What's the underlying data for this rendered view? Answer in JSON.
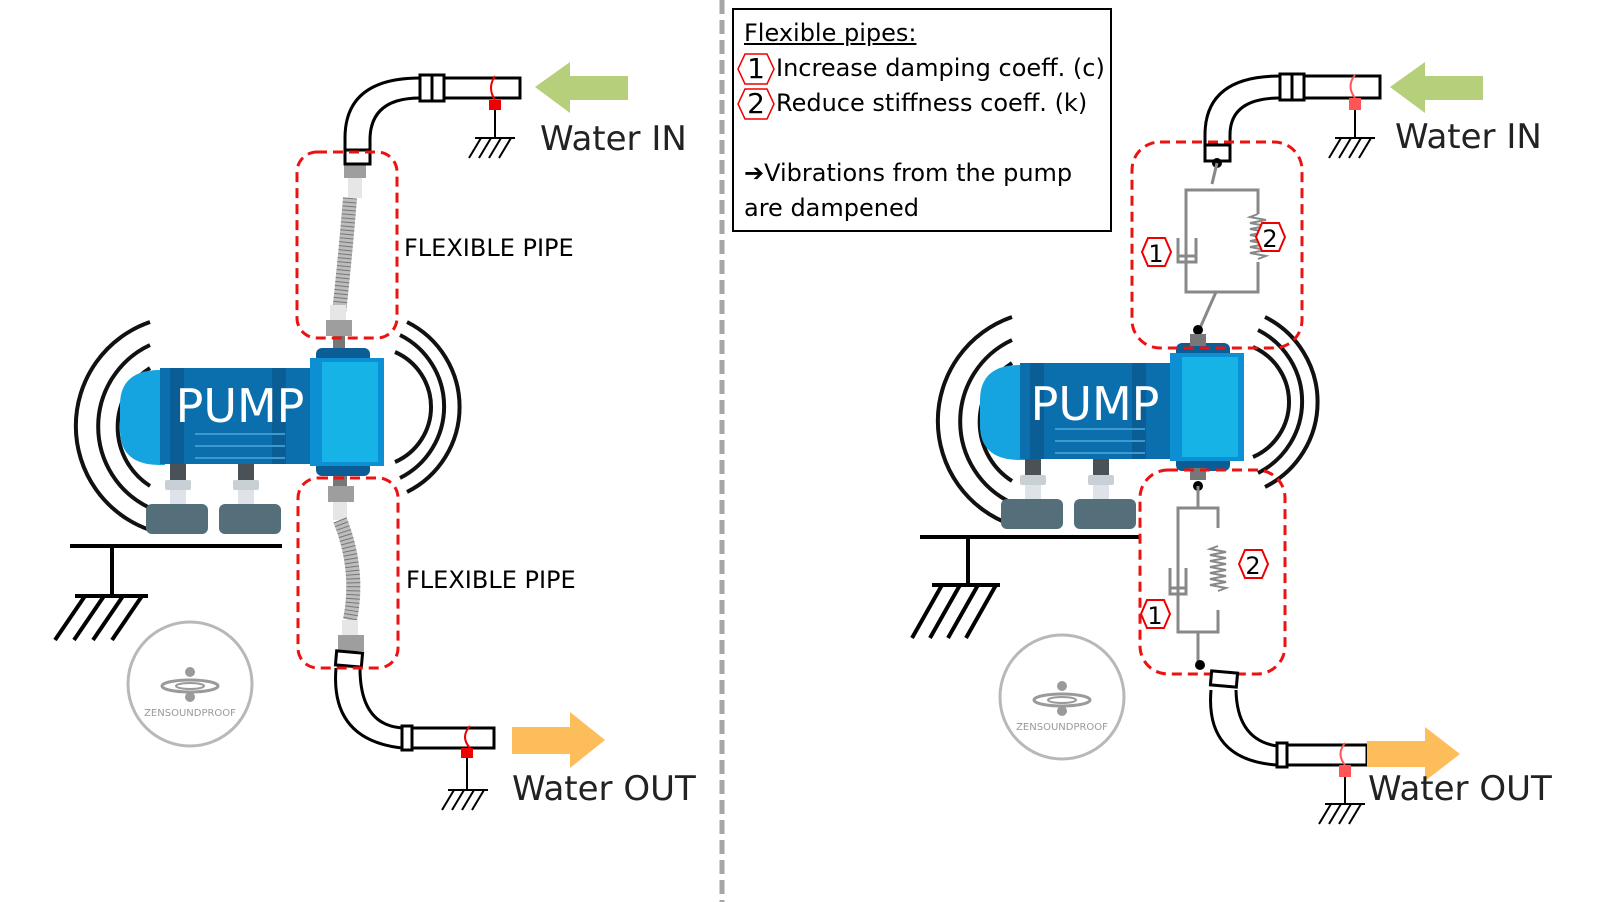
{
  "left_panel": {
    "pump_label": "PUMP",
    "flexible_pipe_top_label": "FLEXIBLE PIPE",
    "flexible_pipe_bottom_label": "FLEXIBLE PIPE",
    "water_in_label": "Water IN",
    "water_out_label": "Water OUT",
    "logo_text": "ZENSOUNDPROOF"
  },
  "right_panel": {
    "pump_label": "PUMP",
    "water_in_label": "Water IN",
    "water_out_label": "Water OUT",
    "logo_text": "ZENSOUNDPROOF",
    "top_damper_badge": "1",
    "top_spring_badge": "2",
    "bottom_damper_badge": "1",
    "bottom_spring_badge": "2"
  },
  "legend": {
    "title": "Flexible pipes:",
    "items": [
      {
        "badge": "1",
        "text": "Increase damping coeff. (c)"
      },
      {
        "badge": "2",
        "text": "Reduce stiffness coeff. (k)"
      }
    ],
    "conclusion_arrow": "➔",
    "conclusion_line1": "Vibrations from the pump",
    "conclusion_line2": "are dampened"
  },
  "colors": {
    "pump_dark": "#0b6fae",
    "pump_light": "#16b3e6",
    "pump_mid": "#0d8fd3",
    "highlight_dash": "#ee1111",
    "water_in_arrow": "#b5cf7a",
    "water_out_arrow": "#fdbd5a",
    "divider": "#a6a6a6",
    "foot": "#4f6670",
    "spring_gray": "#888888"
  }
}
